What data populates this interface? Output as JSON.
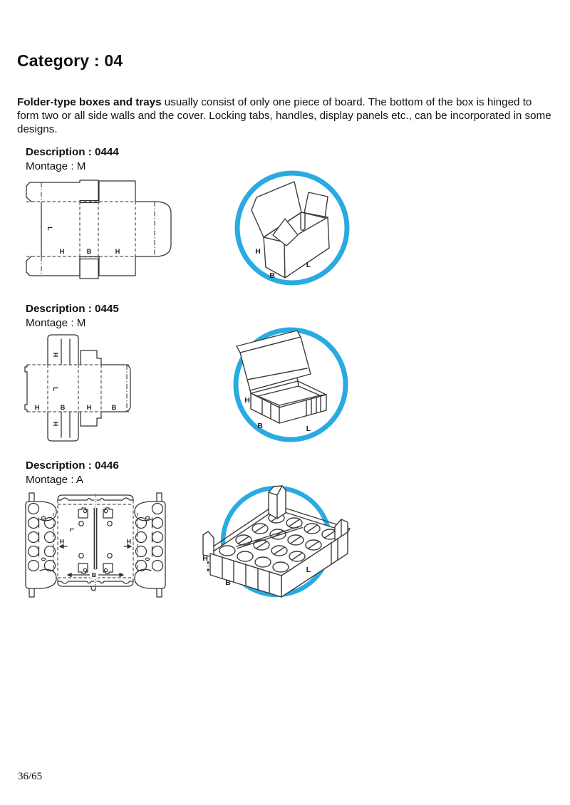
{
  "page": {
    "title": "Category : 04",
    "intro": {
      "lead_bold": "Folder-type boxes and trays",
      "rest": " usually consist of only one piece of board. The bottom of the box is hinged to form two or all side walls and the cover. Locking tabs, handles, display panels etc., can be incorporated in some designs."
    },
    "footer_page": "36/65"
  },
  "style": {
    "accent_blue": "#29abe2",
    "line_color": "#333333"
  },
  "labels": {
    "height": "H",
    "breadth": "B",
    "length": "L"
  },
  "sections": [
    {
      "code": "0444",
      "description": "Description : 0444",
      "montage": "Montage : M"
    },
    {
      "code": "0445",
      "description": "Description : 0445",
      "montage": "Montage : M"
    },
    {
      "code": "0446",
      "description": "Description : 0446",
      "montage": "Montage : A"
    }
  ]
}
